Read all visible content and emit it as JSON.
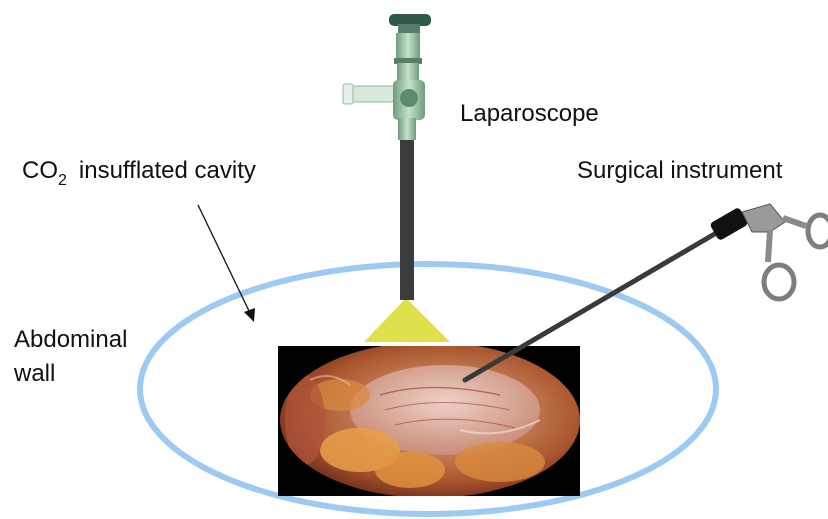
{
  "labels": {
    "laparoscope": "Laparoscope",
    "surgical_instrument": "Surgical instrument",
    "cavity_main": "CO",
    "cavity_sub": "2",
    "cavity_rest": "insufflated cavity",
    "wall_line1": "Abdominal",
    "wall_line2": "wall"
  },
  "colors": {
    "cavity_outline": "#9ccaf3",
    "light_cone": "#e0e04a",
    "scope_shaft": "#3b3b3b",
    "scope_body": "#9ec4a8",
    "instrument": "#3a3a3a",
    "tissue": "#c98a5e"
  },
  "icons": [
    "laparoscope-icon",
    "surgical-instrument-icon",
    "endoscopic-view-image",
    "arrow-icon"
  ]
}
